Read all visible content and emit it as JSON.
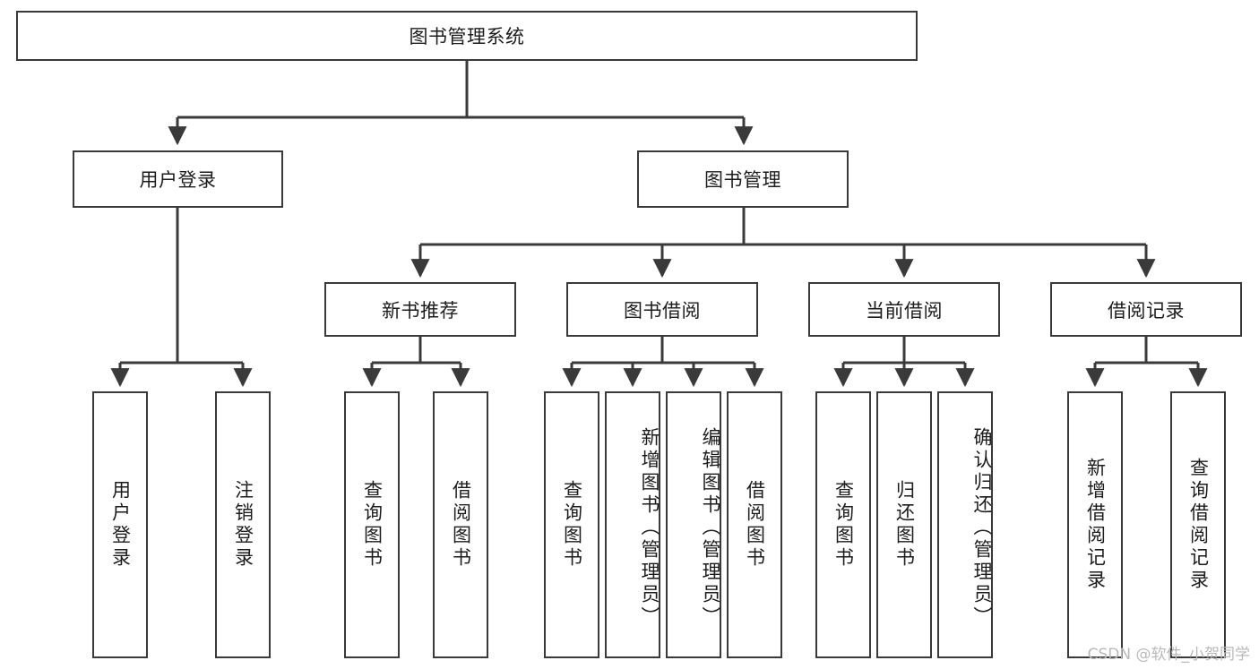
{
  "diagram": {
    "title_box": {
      "label": "图书管理系统"
    },
    "level2": [
      {
        "label": "用户登录"
      },
      {
        "label": "图书管理"
      }
    ],
    "level3": [
      {
        "label": "新书推荐"
      },
      {
        "label": "图书借阅"
      },
      {
        "label": "当前借阅"
      },
      {
        "label": "借阅记录"
      }
    ],
    "leaves": [
      {
        "label": "用户登录"
      },
      {
        "label": "注销登录"
      },
      {
        "label": "查询图书"
      },
      {
        "label": "借阅图书"
      },
      {
        "label": "查询图书"
      },
      {
        "label": "新增图书（管理员）"
      },
      {
        "label": "编辑图书（管理员）"
      },
      {
        "label": "借阅图书"
      },
      {
        "label": "查询图书"
      },
      {
        "label": "归还图书"
      },
      {
        "label": "确认归还（管理员）"
      },
      {
        "label": "新增借阅记录"
      },
      {
        "label": "查询借阅记录"
      }
    ]
  },
  "watermark": {
    "text": "CSDN @软件_小贺同学"
  },
  "colors": {
    "stroke": "#3a3a3a",
    "text": "#1c1c1c",
    "background": "#ffffff",
    "watermark": "#b9b9b9"
  }
}
